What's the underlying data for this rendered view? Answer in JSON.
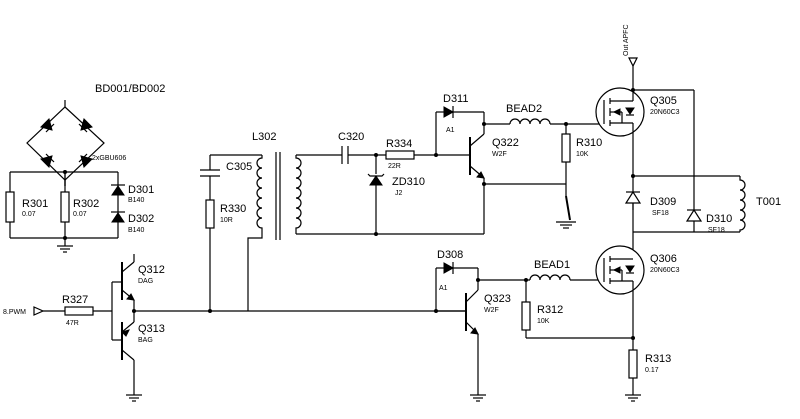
{
  "bridge": {
    "ref": "BD001/BD002",
    "part": "2xGBU606"
  },
  "resistors": {
    "r301": {
      "ref": "R301",
      "value": "0.07"
    },
    "r302": {
      "ref": "R302",
      "value": "0.07"
    },
    "r327": {
      "ref": "R327",
      "value": "47R"
    },
    "r330": {
      "ref": "R330",
      "value": "10R"
    },
    "r334": {
      "ref": "R334",
      "value": "22R"
    },
    "r310": {
      "ref": "R310",
      "value": "10K"
    },
    "r312": {
      "ref": "R312",
      "value": "10K"
    },
    "r313": {
      "ref": "R313",
      "value": "0.17"
    }
  },
  "diodes": {
    "d301": {
      "ref": "D301",
      "value": "B140"
    },
    "d302": {
      "ref": "D302",
      "value": "B140"
    },
    "d311": {
      "ref": "D311",
      "value": "A1"
    },
    "d308": {
      "ref": "D308",
      "value": "A1"
    },
    "zd310": {
      "ref": "ZD310",
      "value": "J2"
    },
    "d309": {
      "ref": "D309",
      "value": "SF18"
    },
    "d310": {
      "ref": "D310",
      "value": "SF18"
    }
  },
  "capacitors": {
    "c305": {
      "ref": "C305"
    },
    "c320": {
      "ref": "C320"
    }
  },
  "inductors": {
    "l302": {
      "ref": "L302"
    },
    "bead2": {
      "ref": "BEAD2"
    },
    "bead1": {
      "ref": "BEAD1"
    },
    "t001": {
      "ref": "T001"
    }
  },
  "transistors": {
    "q312": {
      "ref": "Q312",
      "value": "DAG"
    },
    "q313": {
      "ref": "Q313",
      "value": "BAG"
    },
    "q322": {
      "ref": "Q322",
      "value": "W2F"
    },
    "q323": {
      "ref": "Q323",
      "value": "W2F"
    },
    "q305": {
      "ref": "Q305",
      "value": "20N60C3"
    },
    "q306": {
      "ref": "Q306",
      "value": "20N60C3"
    }
  },
  "ports": {
    "pwm_in": "8.PWM",
    "apfc_out": "Out APFC"
  }
}
